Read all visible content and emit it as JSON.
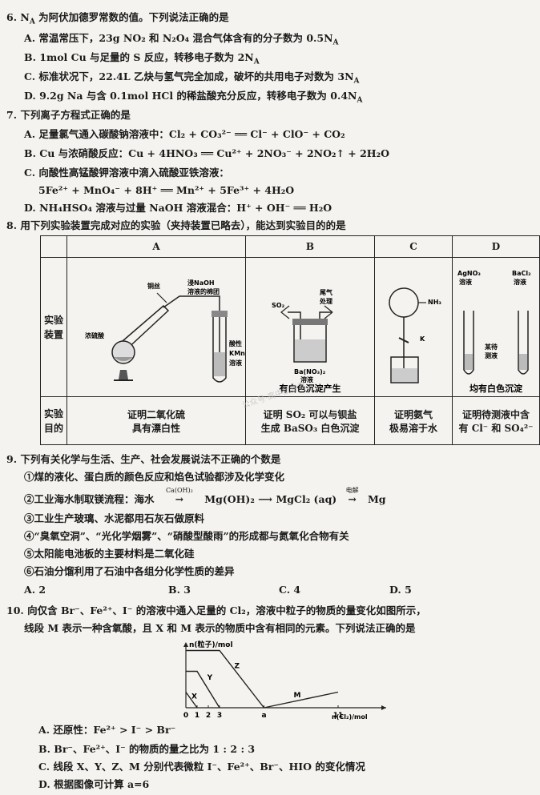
{
  "q6": {
    "stem": "6.  N",
    "stem_sub": "A",
    "stem_rest": " 为阿伏加德罗常数的值。下列说法正确的是",
    "a": "A.  常温常压下，23g NO₂ 和 N₂O₄ 混合气体含有的分子数为 0.5N",
    "b": "B.  1mol Cu 与足量的 S 反应，转移电子数为 2N",
    "c": "C.  标准状况下，22.4L 乙炔与氢气完全加成，破坏的共用电子对数为 3N",
    "d": "D.  9.2g Na 与含 0.1mol HCl 的稀盐酸充分反应，转移电子数为 0.4N",
    "sub": "A"
  },
  "q7": {
    "stem": "7.  下列离子方程式正确的是",
    "a": "A.  足量氯气通入碳酸钠溶液中：Cl₂ + CO₃²⁻ ══ Cl⁻ + ClO⁻ + CO₂",
    "b": "B.  Cu 与浓硝酸反应：Cu + 4HNO₃ ══ Cu²⁺ + 2NO₃⁻ + 2NO₂↑ + 2H₂O",
    "c": "C.  向酸性高锰酸钾溶液中滴入硫酸亚铁溶液：",
    "c2": "5Fe²⁺ + MnO₄⁻ + 8H⁺ ══ Mn²⁺ + 5Fe³⁺ + 4H₂O",
    "d": "D.  NH₄HSO₄ 溶液与过量 NaOH 溶液混合：H⁺ + OH⁻ ══ H₂O"
  },
  "q8": {
    "stem": "8.  用下列实验装置完成对应的实验（夹持装置已略去），能达到实验目的的是",
    "col_a": "A",
    "col_b": "B",
    "col_c": "C",
    "col_d": "D",
    "row1": "实验装置",
    "row2": "实验目的",
    "a_labels": {
      "copper": "铜丝",
      "naoh": "浸NaOH",
      "naoh2": "溶液的棉团",
      "acid": "浓硫酸",
      "kmno4": "酸性",
      "kmno4b": "KMnO₄",
      "kmno4c": "溶液"
    },
    "b_labels": {
      "so2": "SO₂",
      "tail": "尾气",
      "tail2": "处理",
      "ba": "Ba(NO₃)₂",
      "ba2": "溶液",
      "caption": "有白色沉淀产生"
    },
    "c_labels": {
      "nh3": "NH₃",
      "k": "K"
    },
    "d_labels": {
      "ag": "AgNO₃",
      "ag2": "溶液",
      "bacl": "BaCl₂",
      "bacl2": "溶液",
      "test": "某待",
      "test2": "测液",
      "caption": "均有白色沉淀"
    },
    "purpose_a": "证明二氧化硫",
    "purpose_a2": "具有漂白性",
    "purpose_b": "证明 SO₂ 可以与钡盐",
    "purpose_b2": "生成 BaSO₃ 白色沉淀",
    "purpose_c": "证明氨气",
    "purpose_c2": "极易溶于水",
    "purpose_d": "证明待测液中含",
    "purpose_d2": "有 Cl⁻ 和 SO₄²⁻"
  },
  "q9": {
    "stem": "9.  下列有关化学与生活、生产、社会发展说法不正确的个数是",
    "i1": "①煤的液化、蛋白质的颜色反应和焰色试验都涉及化学变化",
    "i2a": "②工业海水制取镁流程：海水",
    "i2_above": "Ca(OH)₂",
    "i2b": "Mg(OH)₂",
    "i2c": "MgCl₂ (aq)",
    "i2_above2": "电解",
    "i2d": "Mg",
    "i3": "③工业生产玻璃、水泥都用石灰石做原料",
    "i4": "④“臭氧空洞”、“光化学烟雾”、“硝酸型酸雨”的形成都与氮氧化合物有关",
    "i5": "⑤太阳能电池板的主要材料是二氧化硅",
    "i6": "⑥石油分馏利用了石油中各组分化学性质的差异",
    "a": "A.  2",
    "b": "B.  3",
    "c": "C.  4",
    "d": "D.  5"
  },
  "q10": {
    "stem": "10.  向仅含 Br⁻、Fe²⁺、I⁻ 的溶液中通入足量的 Cl₂，溶液中粒子的物质的量变化如图所示，",
    "stem2": "线段 M 表示一种含氧酸，且 X 和 M 表示的物质中含有相同的元素。下列说法正确的是",
    "a": "A.  还原性：Fe²⁺ > I⁻ > Br⁻",
    "b": "B.  Br⁻、Fe²⁺、I⁻ 的物质的量之比为 1 : 2 : 3",
    "c": "C.  线段 X、Y、Z、M 分别代表微粒 I⁻、Fe²⁺、Br⁻、HIO 的变化情况",
    "d": "D.  根据图像可计算 a=6"
  },
  "chart_data": {
    "type": "line",
    "ylabel": "n(粒子)/mol",
    "xlabel": "n(Cl₂)/mol",
    "x_ticks": [
      "0",
      "1",
      "2",
      "3",
      "a",
      "11"
    ],
    "series": [
      {
        "name": "X",
        "x": [
          0,
          1
        ],
        "y": [
          1.5,
          0
        ]
      },
      {
        "name": "Y",
        "x": [
          0,
          1,
          3
        ],
        "y": [
          3.5,
          3.5,
          0
        ]
      },
      {
        "name": "Z",
        "x": [
          0,
          3,
          6
        ],
        "y": [
          5.5,
          5.5,
          0
        ]
      },
      {
        "name": "M",
        "x": [
          6,
          11
        ],
        "y": [
          0,
          1.5
        ]
      }
    ]
  },
  "watermark": "公众号·高中试卷君"
}
